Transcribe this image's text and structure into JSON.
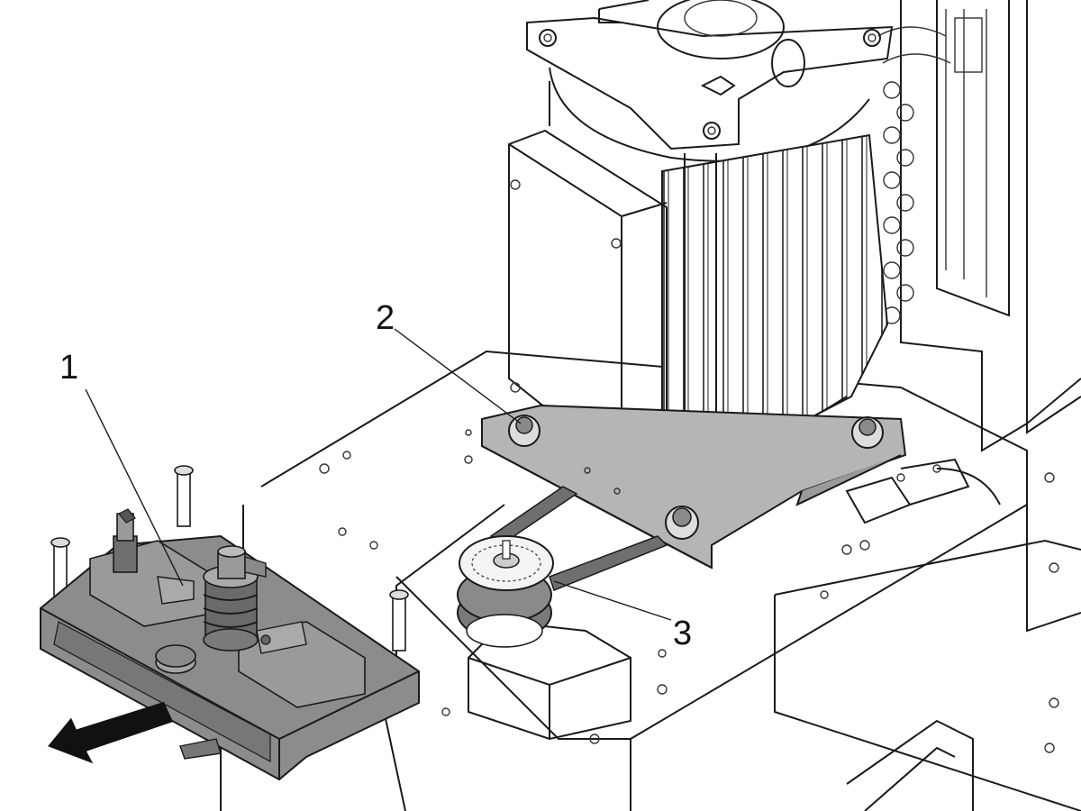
{
  "callouts": [
    {
      "id": "1",
      "text": "1"
    },
    {
      "id": "2",
      "text": "2"
    },
    {
      "id": "3",
      "text": "3"
    }
  ],
  "colors": {
    "highlight_part": "#8c8c8c",
    "motor_plate": "#b5b5b5",
    "belt": "#6f6f6f",
    "line_art": "#1a1a1a",
    "background": "#ffffff"
  },
  "icons": {
    "removal_arrow": "arrow-down-left-icon"
  }
}
